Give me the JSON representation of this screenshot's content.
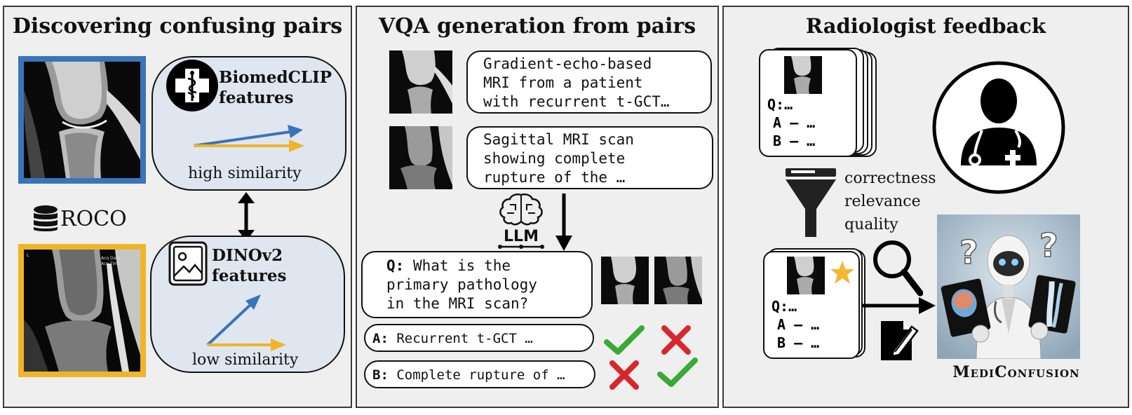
{
  "panel1": {
    "title": "Discovering confusing pairs",
    "clip_label_1": "BiomedCLIP",
    "clip_label_2": "features",
    "high_sim": "high similarity",
    "dataset": "ROCO",
    "dino_label_1": "DINOv2",
    "dino_label_2": "features",
    "low_sim": "low similarity",
    "colors": {
      "blue": "#3b73b9",
      "yellow": "#f0b429",
      "bubble": "#dfe6ef"
    }
  },
  "panel2": {
    "title": "VQA generation from pairs",
    "caption1": [
      "Gradient-echo-based",
      "MRI from a patient",
      "with recurrent t-GCT…"
    ],
    "caption2": [
      "Sagittal MRI scan",
      "showing complete",
      "rupture of the …"
    ],
    "llm": "LLM",
    "q_prefix": "Q:",
    "question": [
      "What is the",
      "primary pathology",
      "in the MRI scan?"
    ],
    "a_prefix": "A:",
    "answer_a": "Recurrent t-GCT …",
    "b_prefix": "B:",
    "answer_b": "Complete rupture of …",
    "colors": {
      "check": "#3aa935",
      "cross": "#d9262c"
    }
  },
  "panel3": {
    "title": "Radiologist feedback",
    "card_q": "Q:…",
    "card_a": "A – …",
    "card_b": "B – …",
    "criteria": [
      "correctness",
      "relevance",
      "quality"
    ],
    "brand": "MediConfusion",
    "colors": {
      "star": "#f5b82e"
    }
  }
}
